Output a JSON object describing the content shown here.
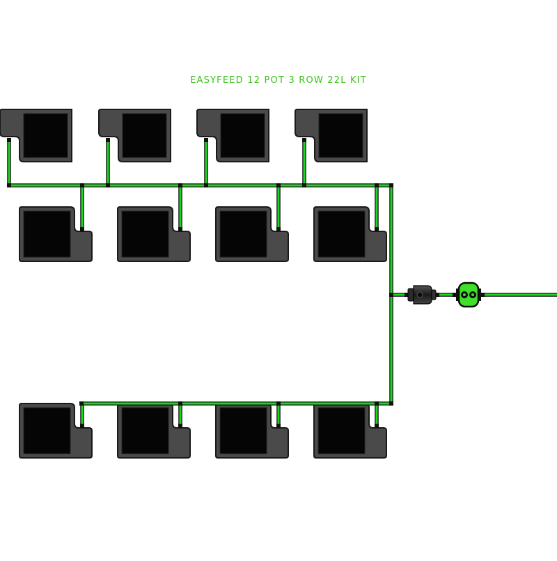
{
  "title": "EASYFEED 12 POT 3 ROW 22L KIT",
  "colors": {
    "tube": "#22d422",
    "tube_outline": "#111111",
    "pot_tray": "#4a4a4a",
    "pot_tray_outline": "#1a1a1a",
    "pot_soil": "#050505",
    "title": "#3cc21a"
  },
  "components": {
    "pot_count": 12,
    "row_count": 3,
    "pot_volume": "22L",
    "inline_parts": [
      "filter-icon",
      "valve-icon"
    ]
  }
}
